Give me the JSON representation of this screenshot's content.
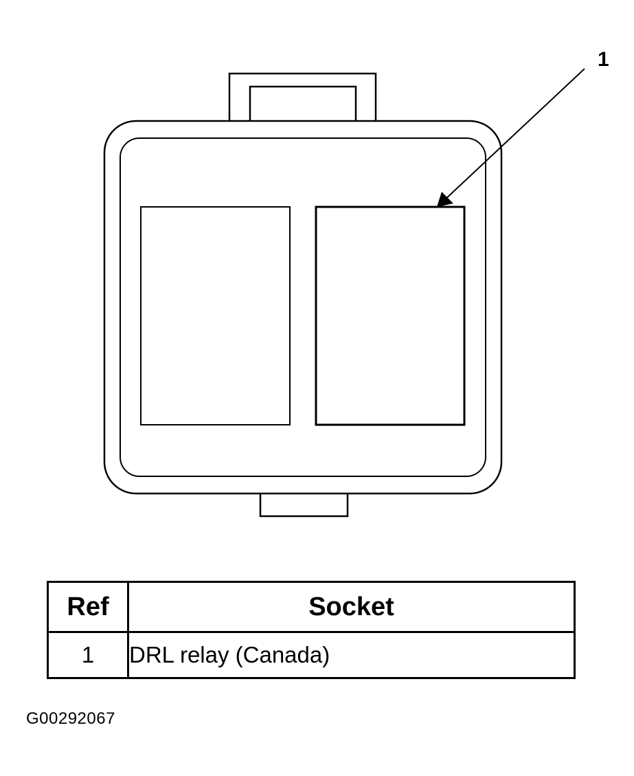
{
  "callout": {
    "label": "1"
  },
  "legend": {
    "headers": {
      "ref": "Ref",
      "socket": "Socket"
    },
    "rows": [
      {
        "ref": "1",
        "socket": "DRL relay (Canada)"
      }
    ]
  },
  "figure_id": "G00292067",
  "colors": {
    "ink": "#000000",
    "background": "#ffffff"
  }
}
